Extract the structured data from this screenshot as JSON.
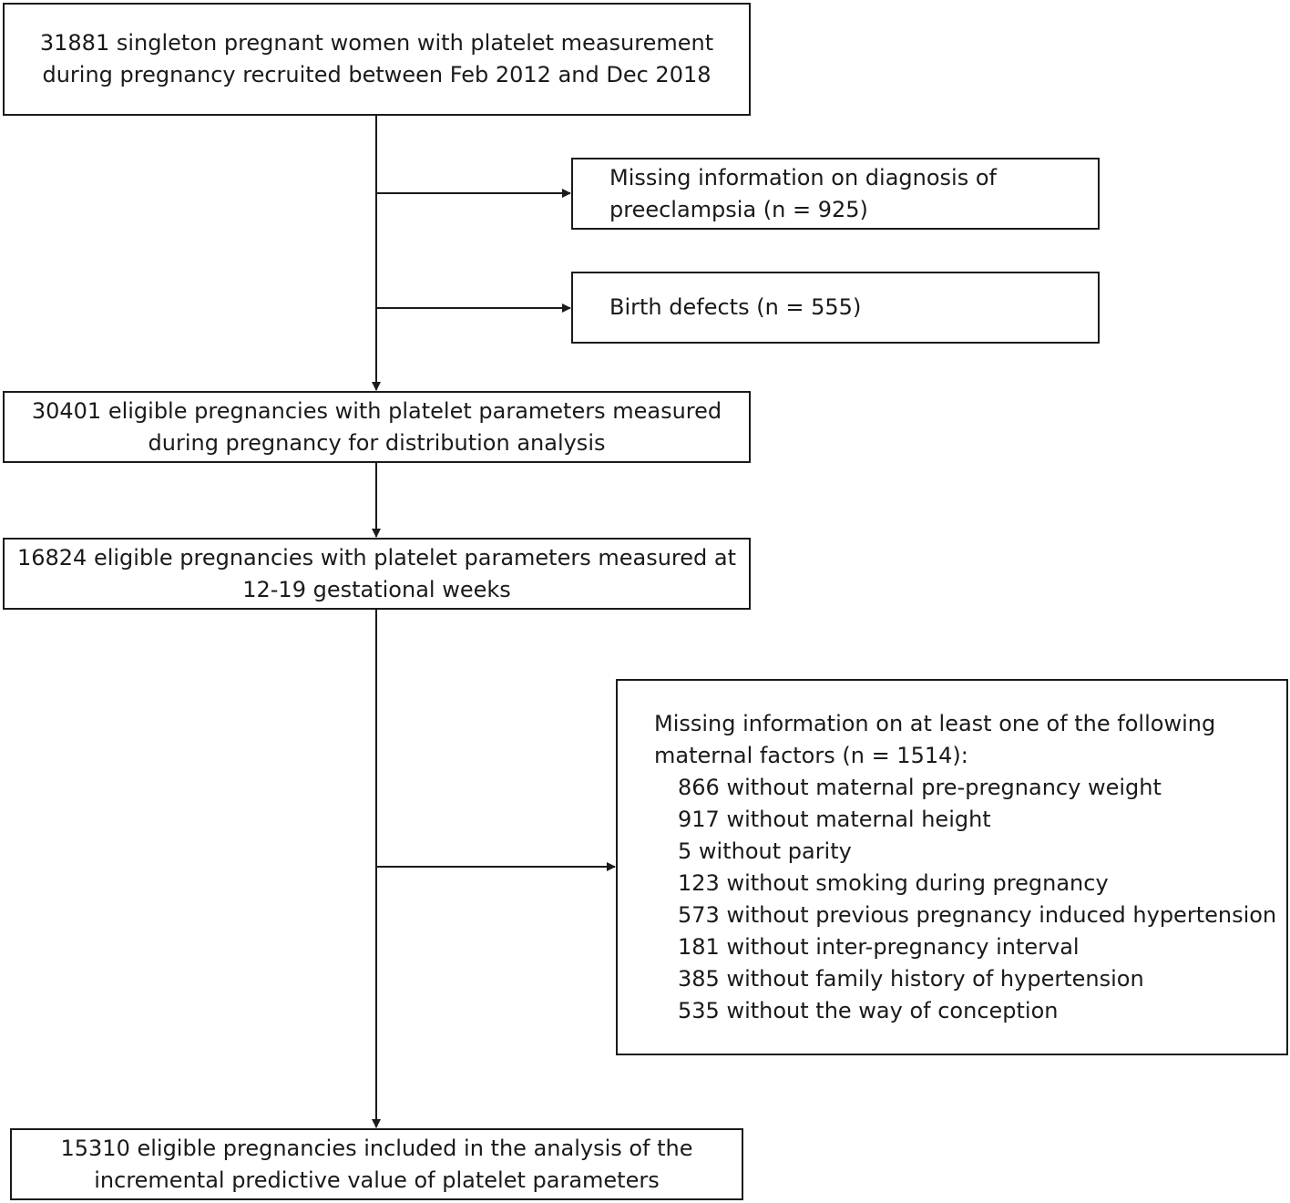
{
  "boxes": {
    "recruited": {
      "lines": [
        "31881 singleton pregnant women with platelet measurement",
        "during pregnancy recruited between Feb 2012 and Dec 2018"
      ]
    },
    "excl_preeclampsia": {
      "lines": [
        "Missing information on diagnosis of",
        "preeclampsia (n = 925)"
      ]
    },
    "excl_birth_defects": {
      "lines": [
        "Birth defects (n = 555)"
      ]
    },
    "eligible_distribution": {
      "lines": [
        "30401 eligible pregnancies with platelet parameters measured",
        "during pregnancy for distribution analysis"
      ]
    },
    "eligible_12_19": {
      "lines": [
        "16824 eligible pregnancies with platelet parameters measured at",
        "12-19 gestational weeks"
      ]
    },
    "excl_maternal": {
      "heading": [
        "Missing information on at least one of the following",
        "maternal factors (n = 1514):"
      ],
      "items": [
        "866 without maternal pre-pregnancy weight",
        "917 without maternal height",
        "5 without parity",
        "123 without smoking during pregnancy",
        "573 without previous pregnancy induced hypertension",
        "181 without inter-pregnancy interval",
        "385  without family history of hypertension",
        "535 without the way of conception"
      ]
    },
    "final": {
      "lines": [
        "15310  eligible pregnancies included in the analysis of  the",
        "incremental predictive value of platelet parameters"
      ]
    }
  }
}
